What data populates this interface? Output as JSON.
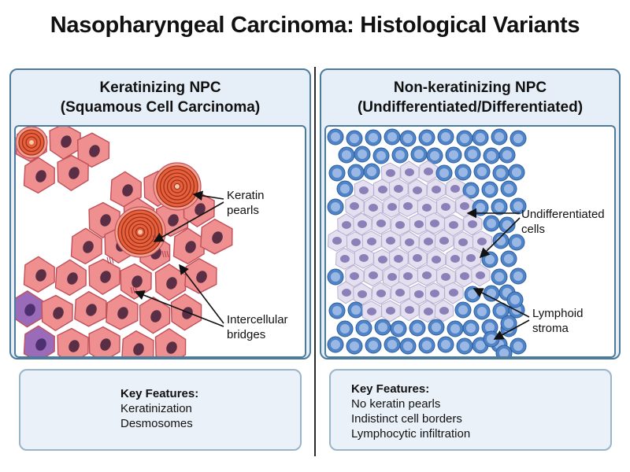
{
  "title": "Nasopharyngeal Carcinoma: Histological Variants",
  "left_panel": {
    "heading_line1": "Keratinizing NPC",
    "heading_line2": "(Squamous Cell Carcinoma)",
    "callouts": [
      {
        "line1": "Keratin",
        "line2": "pearls"
      },
      {
        "line1": "Intercellular",
        "line2": "bridges"
      }
    ],
    "features": {
      "heading": "Key Features:",
      "items": [
        "Keratinization",
        "Desmosomes"
      ]
    }
  },
  "right_panel": {
    "heading_line1": "Non-keratinizing NPC",
    "heading_line2": "(Undifferentiated/Differentiated)",
    "callouts": [
      {
        "line1": "Undifferentiated",
        "line2": "cells"
      },
      {
        "line1": "Lymphoid",
        "line2": "stroma"
      }
    ],
    "features": {
      "heading": "Key Features:",
      "items": [
        "No keratin pearls",
        "Indistinct cell borders",
        "Lymphocytic infiltration"
      ]
    }
  },
  "colors": {
    "panel_border": "#4d7b9c",
    "panel_fill": "#e6eef8",
    "squamous_cell": "#f08f8f",
    "keratin_pearl": "#e8603a",
    "lymphocyte": "#4f84c8",
    "undifferentiated_cell": "#e4e0f0"
  }
}
